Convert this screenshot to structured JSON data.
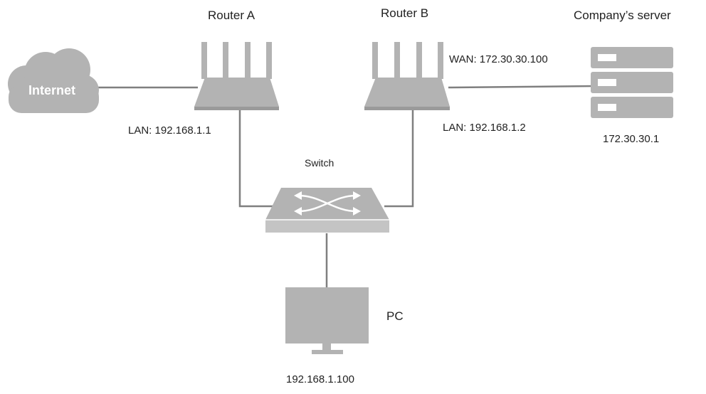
{
  "nodes": {
    "internet": {
      "label": "Internet"
    },
    "router_a": {
      "title": "Router A",
      "lan_ip": "LAN: 192.168.1.1"
    },
    "router_b": {
      "title": "Router B",
      "wan_ip": "WAN: 172.30.30.100",
      "lan_ip": "LAN: 192.168.1.2"
    },
    "server": {
      "title": "Company’s server",
      "ip": "172.30.30.1"
    },
    "switch": {
      "title": "Switch"
    },
    "pc": {
      "title": "PC",
      "ip": "192.168.1.100"
    }
  },
  "colors": {
    "device_fill": "#b3b3b3",
    "device_dark": "#9a9a9a",
    "line": "#7f7f7f",
    "text": "#222222"
  }
}
